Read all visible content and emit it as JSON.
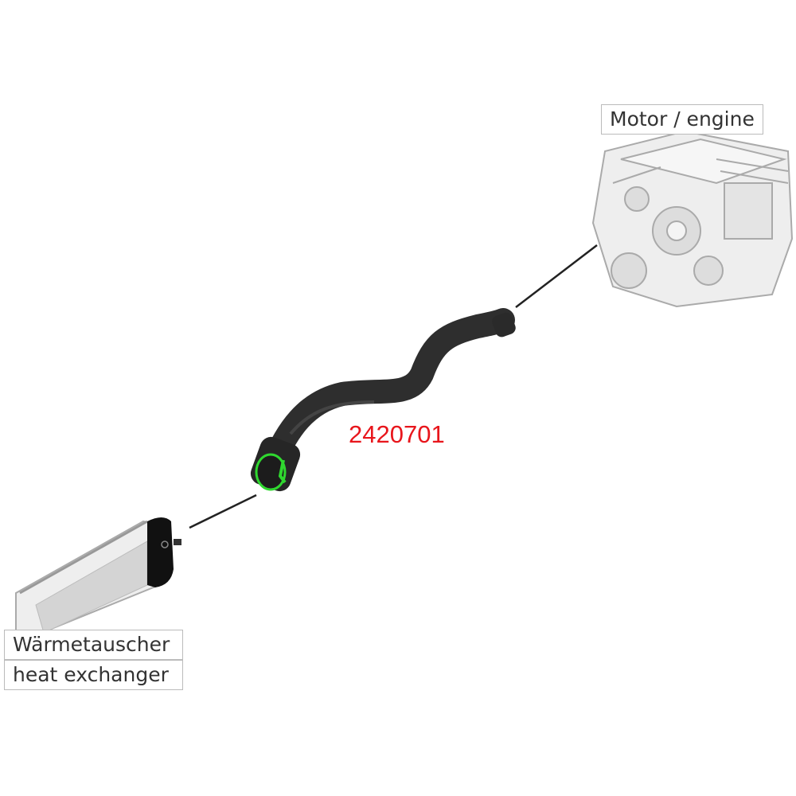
{
  "labels": {
    "engine": "Motor / engine",
    "heat_exchanger_de": "Wärmetauscher",
    "heat_exchanger_en": "heat exchanger"
  },
  "part_number": "2420701",
  "colors": {
    "part_number": "#e8161c",
    "hose": "#2e2e2e",
    "clip": "#2fd82f",
    "sketch": "#b0b0b0"
  }
}
